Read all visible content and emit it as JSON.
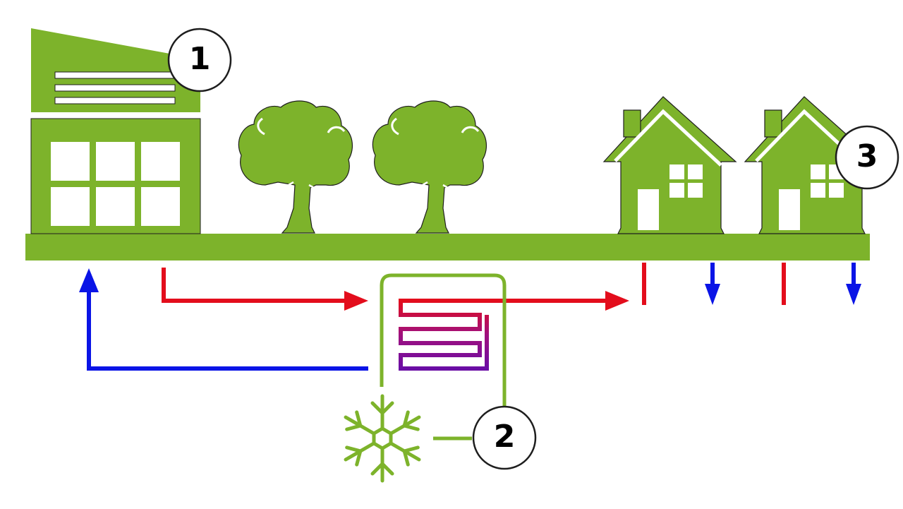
{
  "markers": [
    {
      "id": "marker-1",
      "label": "1"
    },
    {
      "id": "marker-2",
      "label": "2"
    },
    {
      "id": "marker-3",
      "label": "3"
    }
  ],
  "colors": {
    "green": "#7db32b",
    "hot": "#e30d1c",
    "cold": "#0a14e6",
    "exchanger_mid": "#a0107d",
    "exchanger_end": "#6a0da5",
    "outline": "#1e1e1e"
  },
  "icons": [
    "factory-icon",
    "tree-icon",
    "house-icon",
    "snowflake-icon",
    "heat-exchanger-icon"
  ]
}
